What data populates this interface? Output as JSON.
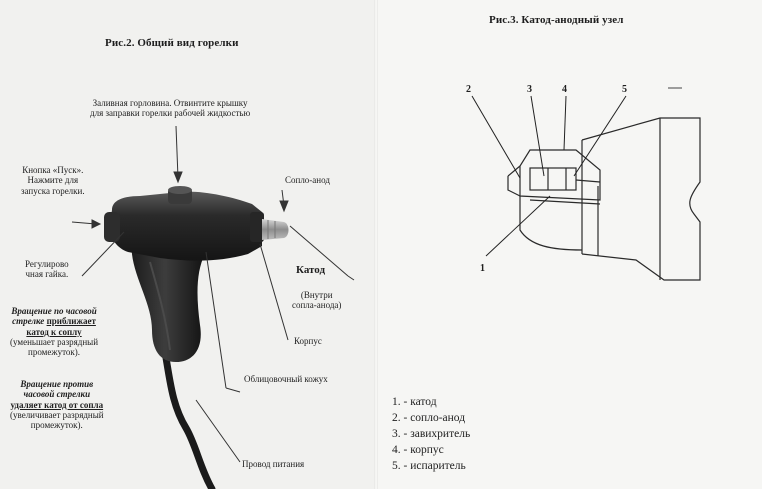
{
  "left_page": {
    "figure_title": "Рис.2. Общий вид горелки",
    "labels": {
      "fill_neck": [
        "Заливная горловина. Отвинтите крышку",
        "для заправки горелки рабочей жидкостью"
      ],
      "start_button": [
        "Кнопка «Пуск».",
        "Нажмите для",
        "запуска горелки."
      ],
      "nozzle_anode": "Сопло-анод",
      "adjust_nut": [
        "Регулирово",
        "чная гайка."
      ],
      "cathode_title": "Катод",
      "cathode_note": [
        "(Внутри",
        "сопла-анода)"
      ],
      "cw_rotation": [
        "Вращение по часовой",
        "стрелке",
        "приближает",
        "катод к соплу"
      ],
      "cw_note": [
        "(уменьшает разрядный",
        "промежуток)."
      ],
      "body": "Корпус",
      "ccw_rotation": [
        "Вращение против",
        "часовой стрелки",
        "удаляет катод от сопла"
      ],
      "ccw_note": [
        "(увеличивает разрядный",
        "промежуток)."
      ],
      "cladding": "Облицовочный кожух",
      "power_cable": "Провод питания"
    }
  },
  "right_page": {
    "figure_title": "Рис.3. Катод-анодный узел",
    "callouts": [
      "2",
      "3",
      "4",
      "5",
      "1"
    ],
    "legend": [
      {
        "num": "1.",
        "text": "-  катод"
      },
      {
        "num": "2.",
        "text": "-  сопло-анод"
      },
      {
        "num": "3.",
        "text": "-  завихритель"
      },
      {
        "num": "4.",
        "text": "-  корпус"
      },
      {
        "num": "5.",
        "text": "-  испаритель"
      }
    ]
  }
}
